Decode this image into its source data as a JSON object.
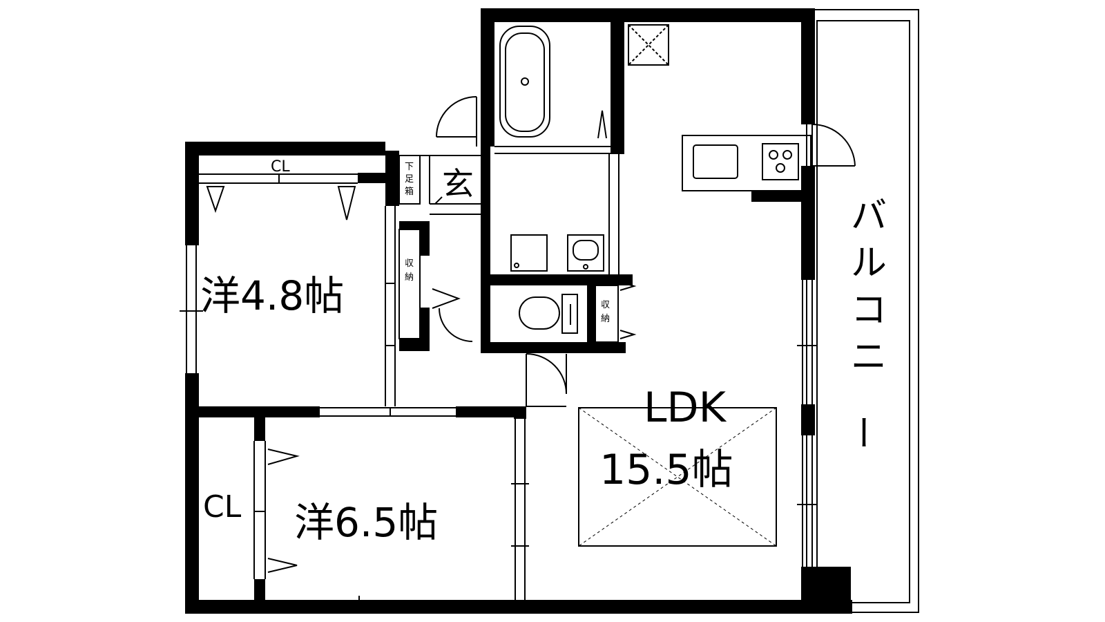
{
  "rooms": {
    "western_room_1": "洋4.8帖",
    "western_room_2": "洋6.5帖",
    "ldk_name": "LDK",
    "ldk_size": "15.5帖"
  },
  "labels": {
    "closet_top": "CL",
    "closet_left": "CL",
    "entrance": "玄",
    "shoe_box": [
      "下",
      "足",
      "箱"
    ],
    "storage_hall": [
      "収",
      "納"
    ],
    "storage_toilet": [
      "収",
      "納"
    ],
    "balcony": [
      "バ",
      "ル",
      "コ",
      "ニ",
      "ー"
    ]
  },
  "icons": [
    "bathtub-icon",
    "washbasin-icon",
    "washing-machine-pan-icon",
    "toilet-icon",
    "kitchen-sink-icon",
    "stove-icon",
    "refrigerator-icon"
  ],
  "colors": {
    "wall": "#000000",
    "background": "#ffffff"
  }
}
